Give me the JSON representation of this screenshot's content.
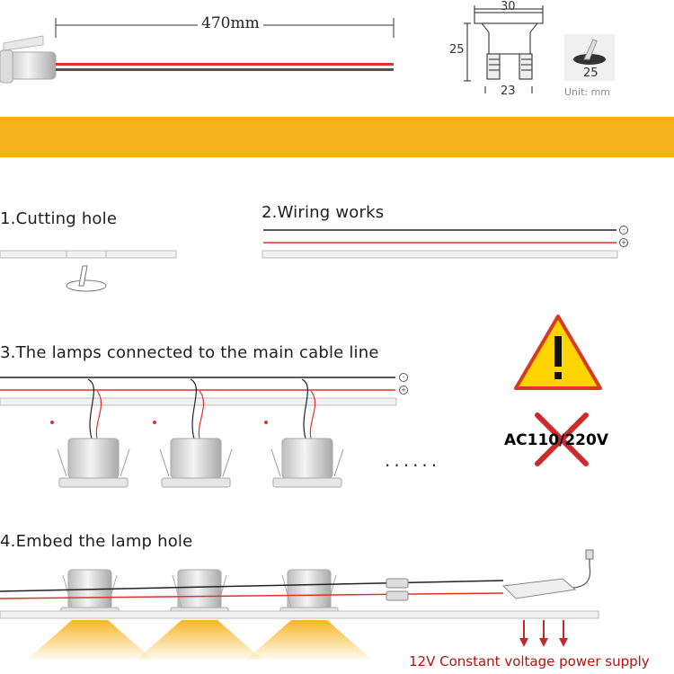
{
  "header": {
    "cable_length": "470mm",
    "dim_top": "30",
    "dim_side": "25",
    "dim_bottom": "23",
    "hole_size": "25",
    "unit_note": "Unit: mm"
  },
  "steps": [
    {
      "label": "1.Cutting hole"
    },
    {
      "label": "2.Wiring works"
    },
    {
      "label": "3.The lamps connected to the main cable line"
    },
    {
      "label": "4.Embed the lamp hole"
    }
  ],
  "polarity": {
    "negative": "-",
    "positive": "+"
  },
  "warning": {
    "voltage_label": "AC110/220V"
  },
  "continuation": "......",
  "footer": {
    "power_supply": "12V Constant voltage power supply"
  },
  "colors": {
    "accent_band": "#f6b21c",
    "warning_fill": "#ffd400",
    "warning_border": "#d63b1f",
    "wire_red": "#e0312b",
    "wire_black": "#222222",
    "cross_red": "#cc2b2b",
    "footer_text": "#b51212"
  },
  "icons": [
    "warning-triangle-icon",
    "cross-icon",
    "arrow-down-icon",
    "lamp-icon",
    "driver-icon"
  ]
}
